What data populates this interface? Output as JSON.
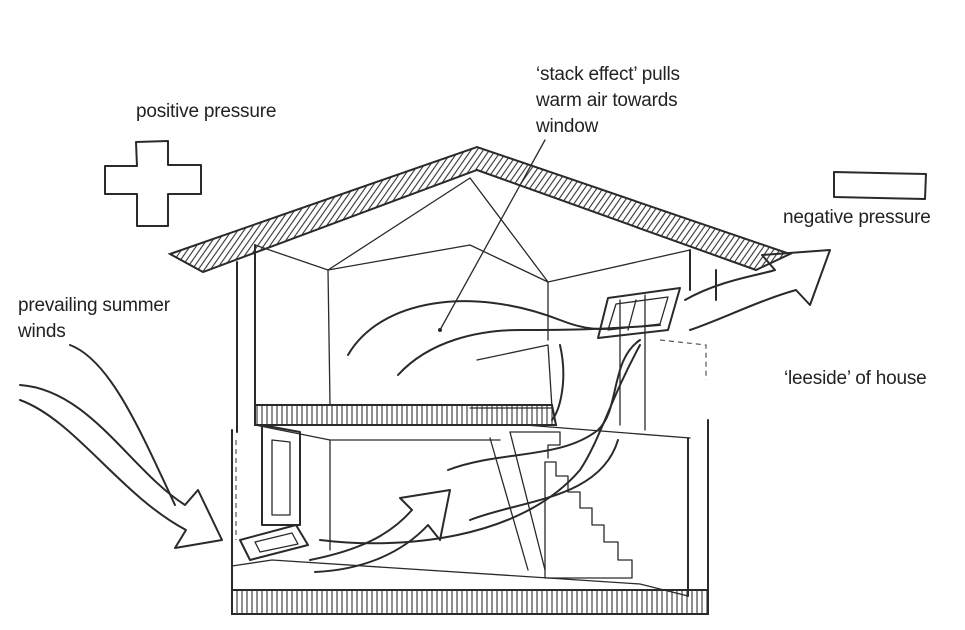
{
  "labels": {
    "positive_pressure": "positive pressure",
    "negative_pressure": "negative pressure",
    "stack_effect_line1": "‘stack effect’ pulls",
    "stack_effect_line2": "warm air towards",
    "stack_effect_line3": "window",
    "prevailing_line1": "prevailing summer",
    "prevailing_line2": "winds",
    "leeside": "‘leeside’ of house"
  },
  "symbols": {
    "positive": "plus-sign",
    "negative": "minus-sign"
  },
  "colors": {
    "ink": "#2a2a2a",
    "background": "#ffffff"
  }
}
